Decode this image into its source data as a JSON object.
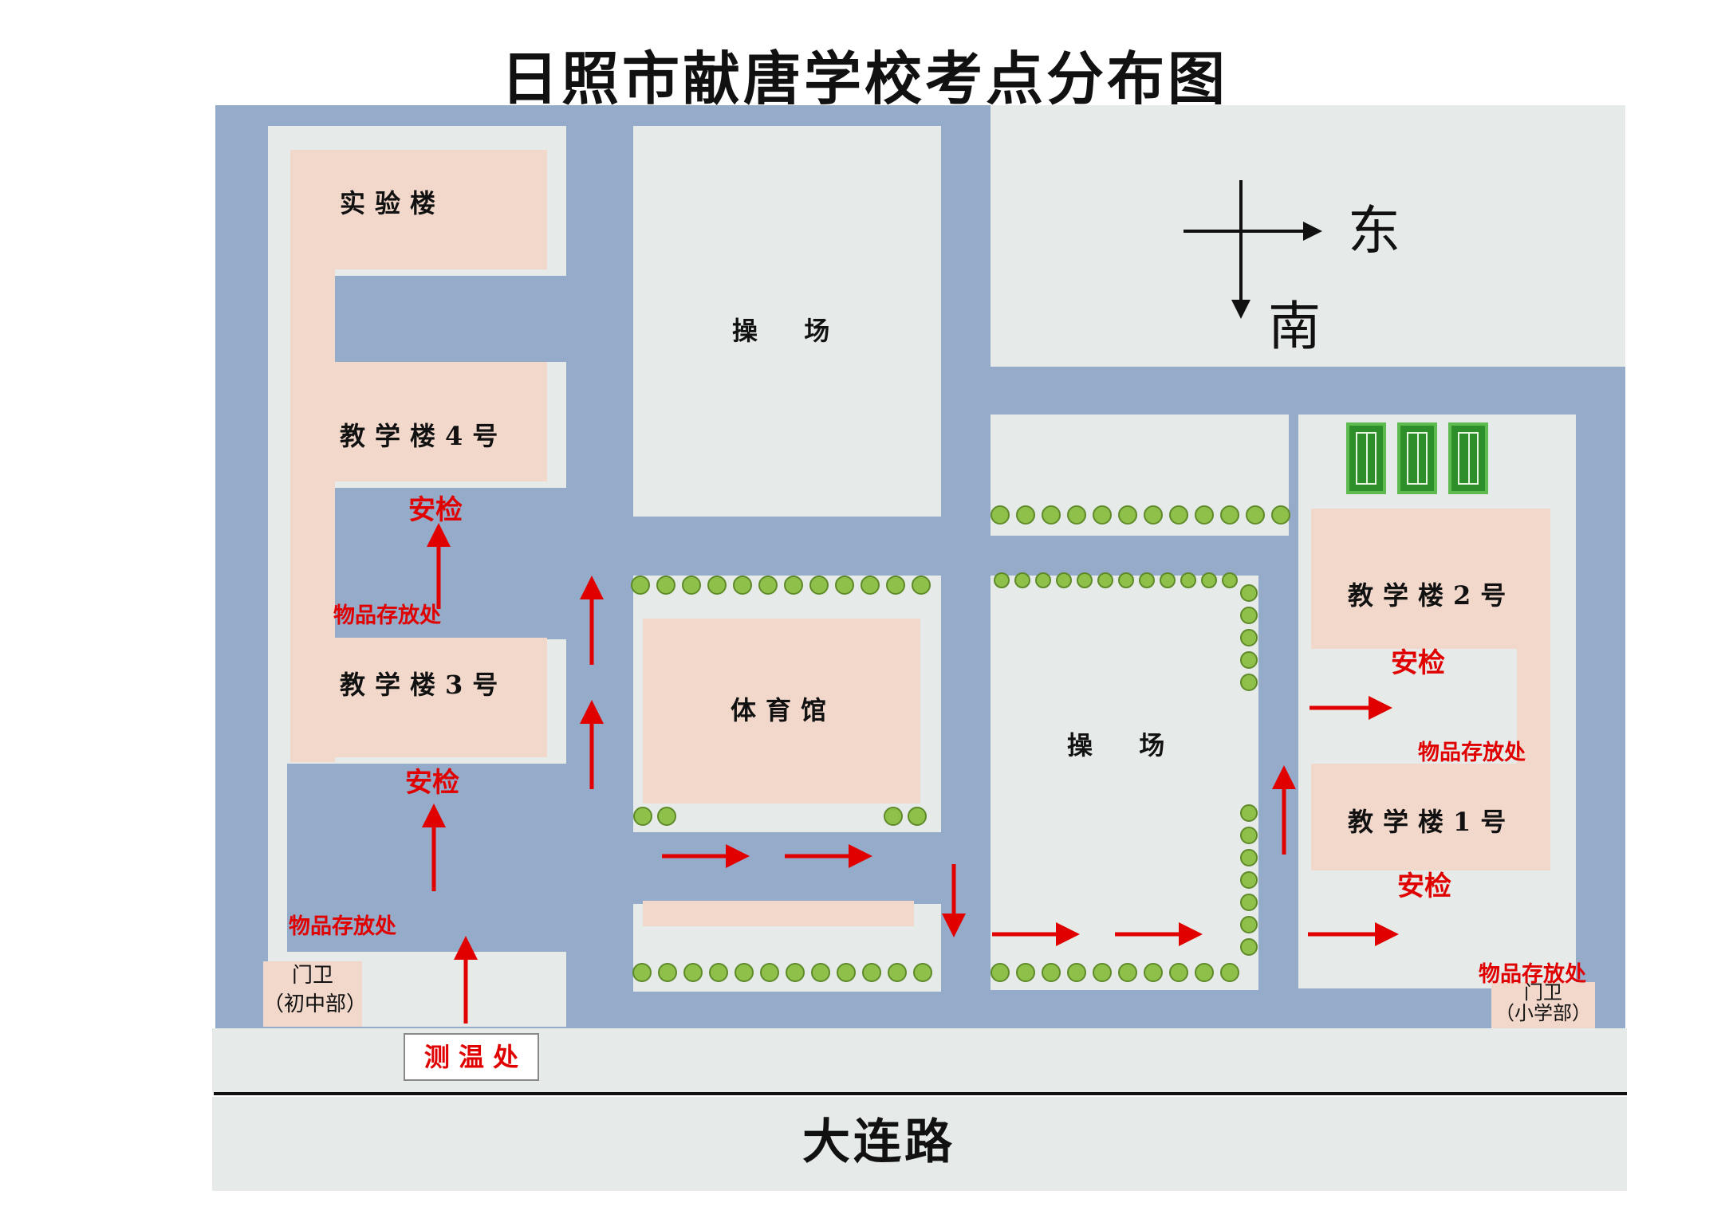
{
  "title": "日照市献唐学校考点分布图",
  "compass": {
    "east": "东",
    "south": "南"
  },
  "buildings": {
    "lab": "实验楼",
    "teach4": "教学楼4号",
    "teach3": "教学楼3号",
    "teach2": "教学楼2号",
    "teach1": "教学楼1号",
    "gym": "体育馆",
    "field1": "操  场",
    "field2": "操  场"
  },
  "labels": {
    "security": "安检",
    "storage": "物品存放处",
    "temp_check": "测 温 处"
  },
  "gates": {
    "junior": {
      "line1": "门卫",
      "line2": "（初中部）"
    },
    "primary": {
      "line1": "门卫",
      "line2": "（小学部）"
    }
  },
  "road_name": "大连路",
  "colors": {
    "road": "#95abca",
    "ground": "#e6ebe9",
    "building": "#f2d8cb",
    "arrow": "#e00000",
    "tree": "#8fc14a",
    "court": "#2d8f2a"
  }
}
